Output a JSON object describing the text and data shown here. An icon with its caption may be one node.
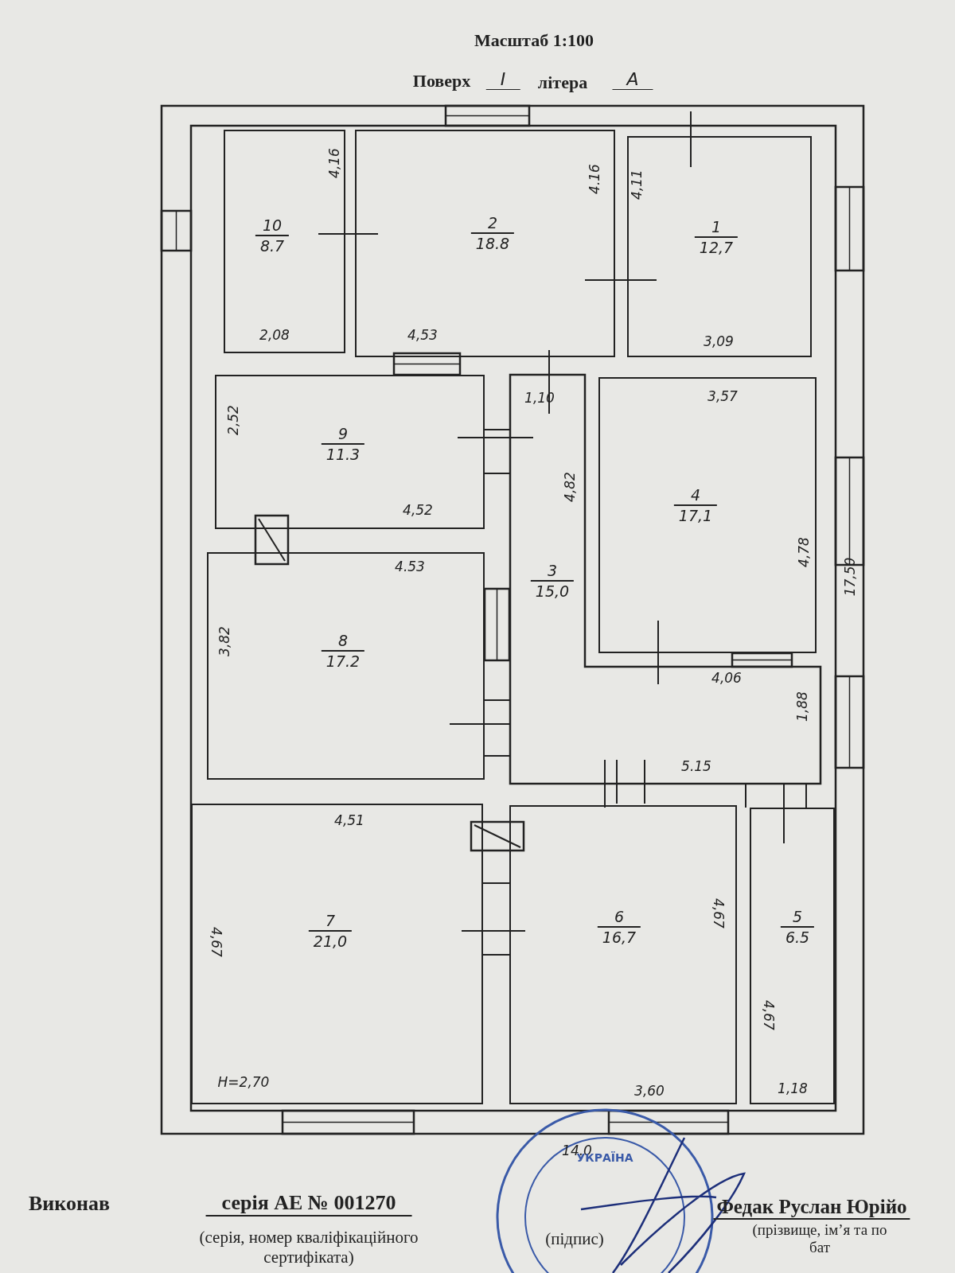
{
  "diagram": {
    "nodes": [
      {
        "text": [
          "10",
          "8.7"
        ]
      },
      {
        "text": [
          "2",
          "18.8"
        ]
      },
      {
        "text": [
          "1",
          "12,7"
        ]
      },
      {
        "text": [
          "9",
          "11.3"
        ]
      },
      {
        "text": [
          "3",
          "15,0"
        ]
      },
      {
        "text": [
          "4",
          "17,1"
        ]
      },
      {
        "text": [
          "8",
          "17.2"
        ]
      },
      {
        "text": [
          "7",
          "21,0"
        ]
      },
      {
        "text": [
          "6",
          "16,7"
        ]
      },
      {
        "text": [
          "5",
          "6.5"
        ]
      }
    ],
    "labels": [
      "Масштаб 1:100",
      "Поверх",
      "I",
      "літера",
      "А",
      "4,16",
      "4.16",
      "4,11",
      "2,08",
      "4,53",
      "3,09",
      "1,10",
      "3,57",
      "2,52",
      "4,82",
      "4,52",
      "4,78",
      "4.53",
      "17,50",
      "3,82",
      "4,06",
      "1,88",
      "5.15",
      "4,51",
      "4,67",
      "4,67",
      "4,67",
      "Н=2,70",
      "3,60",
      "1,18",
      "14.0",
      "УКРАЇНА",
      "Виконав",
      "серія АЕ № 001270",
      "(серія, номер кваліфікаційного сертифіката)",
      "(підпис)",
      "Федак Руслан Юрійо",
      "(прізвище, ім’я та по бат"
    ]
  }
}
